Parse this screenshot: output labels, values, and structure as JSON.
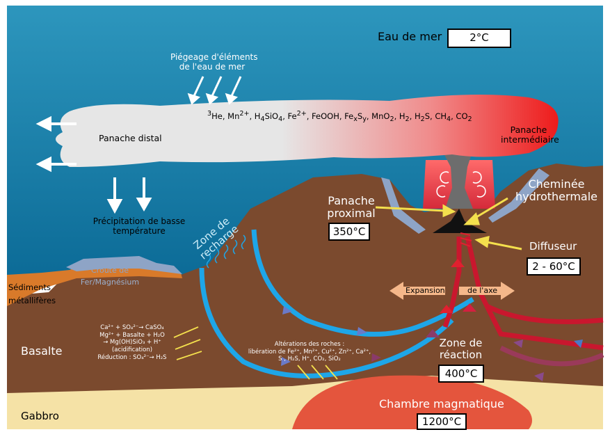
{
  "colors": {
    "sea_top": "#2a8fb5",
    "sea_bottom": "#0f6f9a",
    "basalt": "#7b4a2e",
    "sediment": "#d97a2a",
    "crust": "#8ea4c6",
    "gabbro": "#f5e2a6",
    "magma": "#e4553d",
    "recharge": "#1ea6e8",
    "hot": "#c9172e"
  },
  "labels": {
    "seawater": "Eau de mer",
    "seawater_temp": "2°C",
    "trapping_line1": "Piégeage d'éléments",
    "trapping_line2": "de l'eau de mer",
    "distal_plume": "Panache distal",
    "intermediate_line1": "Panache",
    "intermediate_line2": "intermédiaire",
    "precip_line1": "Précipitation de basse",
    "precip_line2": "température",
    "proximal_line1": "Panache",
    "proximal_line2": "proximal",
    "proximal_temp": "350°C",
    "chimney_line1": "Cheminée",
    "chimney_line2": "hydrothermale",
    "diffuser": "Diffuseur",
    "diffuser_temp": "2 - 60°C",
    "recharge_line1": "Zone de",
    "recharge_line2": "recharge",
    "crust_line1": "Croûte de",
    "crust_line2": "Fer/Magnésium",
    "sediments_line1": "Sédiments",
    "sediments_line2": "métallifères",
    "expansion_left": "Expansion",
    "expansion_right": "de l'axe",
    "basalt": "Basalte",
    "reaction_line1": "Zone de",
    "reaction_line2": "réaction",
    "reaction_temp": "400°C",
    "magma_chamber": "Chambre magmatique",
    "magma_temp": "1200°C",
    "gabbro": "Gabbro"
  },
  "plume_species": [
    {
      "t": "",
      "sup": "3",
      "after": "He, Mn"
    },
    {
      "sup": "2+",
      "after": ", H"
    },
    {
      "sub": "4",
      "after": "SiO"
    },
    {
      "sub": "4",
      "after": ", Fe"
    },
    {
      "sup": "2+",
      "after": ", FeOOH, Fe"
    },
    {
      "sub": "x",
      "after": "S"
    },
    {
      "sub": "y",
      "after": ", MnO"
    },
    {
      "sub": "2",
      "after": ", H"
    },
    {
      "sub": "2",
      "after": ", H"
    },
    {
      "sub": "2",
      "after": "S, CH"
    },
    {
      "sub": "4",
      "after": ", CO"
    },
    {
      "sub": "2",
      "after": ""
    }
  ],
  "reactions_left": [
    "Ca²⁺ + SO₄²⁻→ CaSO₄",
    "Mg²⁺ + Basalte + H₂O",
    "→ Mg(OH)SiO₃ + H⁺",
    "(acidification)",
    "Réduction : SO₄²⁻→ H₂S"
  ],
  "alterations": [
    "Altérations des roches :",
    "libération de Fe²⁺, Mn²⁺, Cu²⁺, Zn²⁺, Ca²⁺,",
    "S , H₂S, H⁺, CO₂, SiO₂"
  ]
}
